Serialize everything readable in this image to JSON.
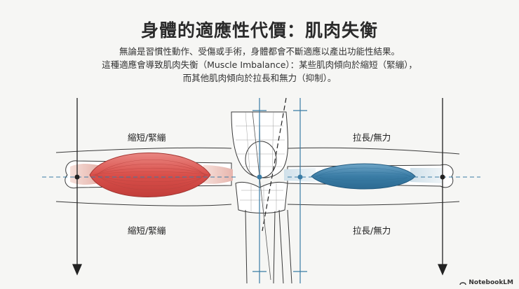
{
  "title": "身體的適應性代價：肌肉失衡",
  "subtitle": [
    "無論是習慣性動作、受傷或手術，身體都會不斷適應以產出功能性結果。",
    "這種適應會導致肌肉失衡（Muscle Imbalance）：某些肌肉傾向於縮短（緊繃），",
    "而其他肌肉傾向於拉長和無力（抑制）。"
  ],
  "left_muscle": {
    "label_top": "縮短/緊繃",
    "label_bottom": "縮短/緊繃",
    "color": "#d9534f"
  },
  "right_muscle": {
    "label_top": "拉長/無力",
    "label_bottom": "拉長/無力",
    "color": "#3a7ca5"
  },
  "brand": "NotebookLM"
}
